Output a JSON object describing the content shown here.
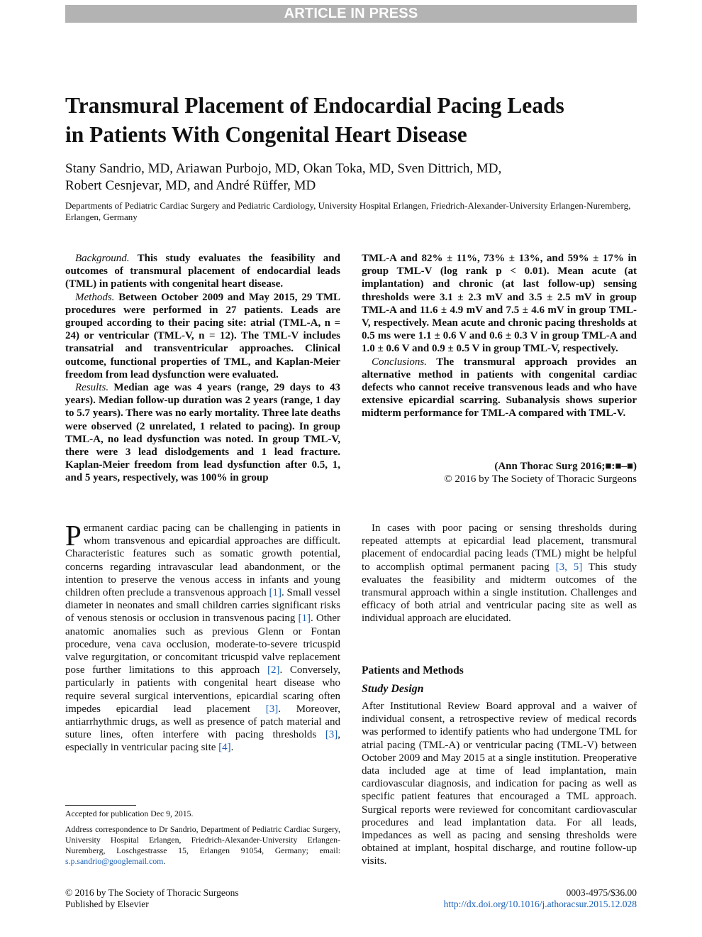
{
  "banner": "ARTICLE IN PRESS",
  "title_line1": "Transmural Placement of Endocardial Pacing Leads",
  "title_line2": "in Patients With Congenital Heart Disease",
  "authors_line1": "Stany Sandrio, MD, Ariawan Purbojo, MD, Okan Toka, MD, Sven Dittrich, MD,",
  "authors_line2": "Robert Cesnjevar, MD, and André Rüffer, MD",
  "affiliation": "Departments of Pediatric Cardiac Surgery and Pediatric Cardiology, University Hospital Erlangen, Friedrich-Alexander-University Erlangen-Nuremberg, Erlangen, Germany",
  "abstract": {
    "background_label": "Background.",
    "background_text": " This study evaluates the feasibility and outcomes of transmural placement of endocardial leads (TML) in patients with congenital heart disease.",
    "methods_label": "Methods.",
    "methods_text": " Between October 2009 and May 2015, 29 TML procedures were performed in 27 patients. Leads are grouped according to their pacing site: atrial (TML-A, n = 24) or ventricular (TML-V, n = 12). The TML-V includes transatrial and transventricular approaches. Clinical outcome, functional properties of TML, and Kaplan-Meier freedom from lead dysfunction were evaluated.",
    "results_label": "Results.",
    "results_text": " Median age was 4 years (range, 29 days to 43 years). Median follow-up duration was 2 years (range, 1 day to 5.7 years). There was no early mortality. Three late deaths were observed (2 unrelated, 1 related to pacing). In group TML-A, no lead dysfunction was noted. In group TML-V, there were 3 lead dislodgements and 1 lead fracture. Kaplan-Meier freedom from lead dysfunction after 0.5, 1, and 5 years, respectively, was 100% in group",
    "results_cont": "TML-A and 82% ± 11%, 73% ± 13%, and 59% ± 17% in group TML-V (log rank p < 0.01). Mean acute (at implantation) and chronic (at last follow-up) sensing thresholds were 3.1 ± 2.3 mV and 3.5 ± 2.5 mV in group TML-A and 11.6 ± 4.9 mV and 7.5 ± 4.6 mV in group TML-V, respectively. Mean acute and chronic pacing thresholds at 0.5 ms were 1.1 ± 0.6 V and 0.6 ± 0.3 V in group TML-A and 1.0 ± 0.6 V and 0.9 ± 0.5 V in group TML-V, respectively.",
    "conclusions_label": "Conclusions.",
    "conclusions_text": " The transmural approach provides an alternative method in patients with congenital cardiac defects who cannot receive transvenous leads and who have extensive epicardial scarring. Subanalysis shows superior midterm performance for TML-A compared with TML-V."
  },
  "citation": "(Ann Thorac Surg 2016;■:■–■)",
  "copyright_society": "© 2016 by The Society of Thoracic Surgeons",
  "intro": {
    "dropcap": "P",
    "p1_a": "ermanent cardiac pacing can be challenging in patients in whom transvenous and epicardial approaches are difficult. Characteristic features such as somatic growth potential, concerns regarding intravascular lead abandonment, or the intention to preserve the venous access in infants and young children often preclude a transvenous approach ",
    "ref1": "[1]",
    "p1_b": ". Small vessel diameter in neonates and small children carries significant risks of venous stenosis or occlusion in transvenous pacing ",
    "ref2": "[1]",
    "p1_c": ". Other anatomic anomalies such as previous Glenn or Fontan procedure, vena cava occlusion, moderate-to-severe tricuspid valve regurgitation, or concomitant tricuspid valve replacement pose further limitations to this approach ",
    "ref3": "[2]",
    "p1_d": ". Conversely, particularly in patients with congenital heart disease who require several surgical interventions, epicardial scaring often impedes epicardial lead placement ",
    "ref4": "[3]",
    "p1_e": ". Moreover, antiarrhythmic drugs, as well as presence of patch material and suture lines, often interfere with pacing thresholds ",
    "ref5": "[3]",
    "p1_f": ", especially in ventricular pacing site ",
    "ref6": "[4]",
    "p1_g": ".",
    "p2_a": "In cases with poor pacing or sensing thresholds during repeated attempts at epicardial lead placement, transmural placement of endocardial pacing leads (TML) might be helpful to accomplish optimal permanent pacing ",
    "ref7": "[3, 5]",
    "p2_b": " This study evaluates the feasibility and midterm outcomes of the transmural approach within a single institution. Challenges and efficacy of both atrial and ventricular pacing site as well as individual approach are elucidated."
  },
  "section_head": "Patients and Methods",
  "subsection_head": "Study Design",
  "study_design": "After Institutional Review Board approval and a waiver of individual consent, a retrospective review of medical records was performed to identify patients who had undergone TML for atrial pacing (TML-A) or ventricular pacing (TML-V) between October 2009 and May 2015 at a single institution. Preoperative data included age at time of lead implantation, main cardiovascular diagnosis, and indication for pacing as well as specific patient features that encouraged a TML approach. Surgical reports were reviewed for concomitant cardiovascular procedures and lead implantation data. For all leads, impedances as well as pacing and sensing thresholds were obtained at implant, hospital discharge, and routine follow-up visits.",
  "footnote_accepted": "Accepted for publication Dec 9, 2015.",
  "footnote_address": "Address correspondence to Dr Sandrio, Department of Pediatric Cardiac Surgery, University Hospital Erlangen, Friedrich-Alexander-University Erlangen-Nuremberg, Loschgestrasse 15, Erlangen 91054, Germany; email: ",
  "footnote_email": "s.p.sandrio@googlemail.com",
  "footnote_end": ".",
  "bottom_left_1": "© 2016 by The Society of Thoracic Surgeons",
  "bottom_left_2": "Published by Elsevier",
  "bottom_right_1": "0003-4975/$36.00",
  "bottom_right_2": "http://dx.doi.org/10.1016/j.athoracsur.2015.12.028"
}
